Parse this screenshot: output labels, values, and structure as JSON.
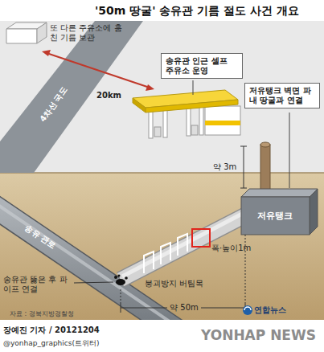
{
  "diagram": {
    "title": "'50m 땅굴' 송유관 기름 절도 사건 개요",
    "nodes": [
      {
        "text": [
          "송유관 인근 셀프 주유소 운영"
        ]
      },
      {
        "text": [
          "저유탱크 벽면 파내 땅굴과 연결"
        ]
      }
    ],
    "labels": [
      "또 다른 주유소에 훔친 기름 보관",
      "20km",
      "4차선 국도",
      "약 3m",
      "저유탱크",
      "송유 관로",
      "폭·높이1m",
      "붕괴방지 버팀목",
      "송유관 뚫은 후 파이프 연결",
      "약 50m",
      "자료 : 경북지방경찰청",
      "연합뉴스",
      "장예진 기자 / 20121204",
      "@yonhap_graphics(트위터)",
      "YONHAP NEWS"
    ]
  }
}
